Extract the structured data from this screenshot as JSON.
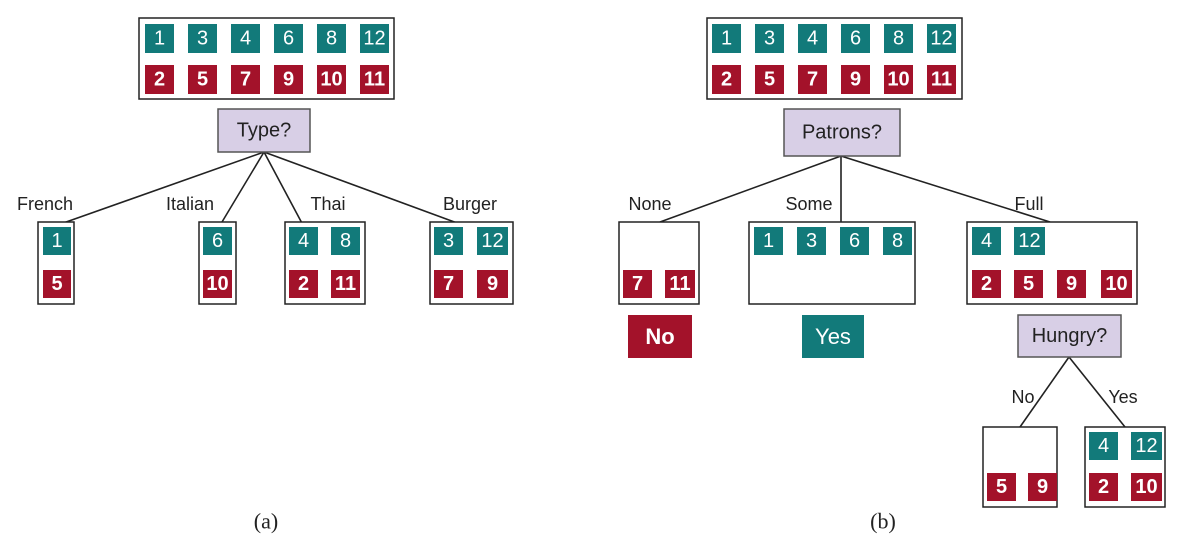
{
  "colors": {
    "positive": "#127a7a",
    "negative": "#a3122a",
    "question_fill": "#d8cfe6"
  },
  "tree_a": {
    "caption": "(a)",
    "root_positive": [
      "1",
      "3",
      "4",
      "6",
      "8",
      "12"
    ],
    "root_negative": [
      "2",
      "5",
      "7",
      "9",
      "10",
      "11"
    ],
    "question": "Type?",
    "branches": [
      {
        "label": "French",
        "positive": [
          "1"
        ],
        "negative": [
          "5"
        ]
      },
      {
        "label": "Italian",
        "positive": [
          "6"
        ],
        "negative": [
          "10"
        ]
      },
      {
        "label": "Thai",
        "positive": [
          "4",
          "8"
        ],
        "negative": [
          "2",
          "11"
        ]
      },
      {
        "label": "Burger",
        "positive": [
          "3",
          "12"
        ],
        "negative": [
          "7",
          "9"
        ]
      }
    ]
  },
  "tree_b": {
    "caption": "(b)",
    "root_positive": [
      "1",
      "3",
      "4",
      "6",
      "8",
      "12"
    ],
    "root_negative": [
      "2",
      "5",
      "7",
      "9",
      "10",
      "11"
    ],
    "question": "Patrons?",
    "branches": [
      {
        "label": "None",
        "positive": [],
        "negative": [
          "7",
          "11"
        ],
        "decision": "No"
      },
      {
        "label": "Some",
        "positive": [
          "1",
          "3",
          "6",
          "8"
        ],
        "negative": [],
        "decision": "Yes"
      },
      {
        "label": "Full",
        "positive": [
          "4",
          "12"
        ],
        "negative": [
          "2",
          "5",
          "9",
          "10"
        ]
      }
    ],
    "subquestion": "Hungry?",
    "sub_branches": [
      {
        "label": "No",
        "positive": [],
        "negative": [
          "5",
          "9"
        ]
      },
      {
        "label": "Yes",
        "positive": [
          "4",
          "12"
        ],
        "negative": [
          "2",
          "10"
        ]
      }
    ]
  }
}
